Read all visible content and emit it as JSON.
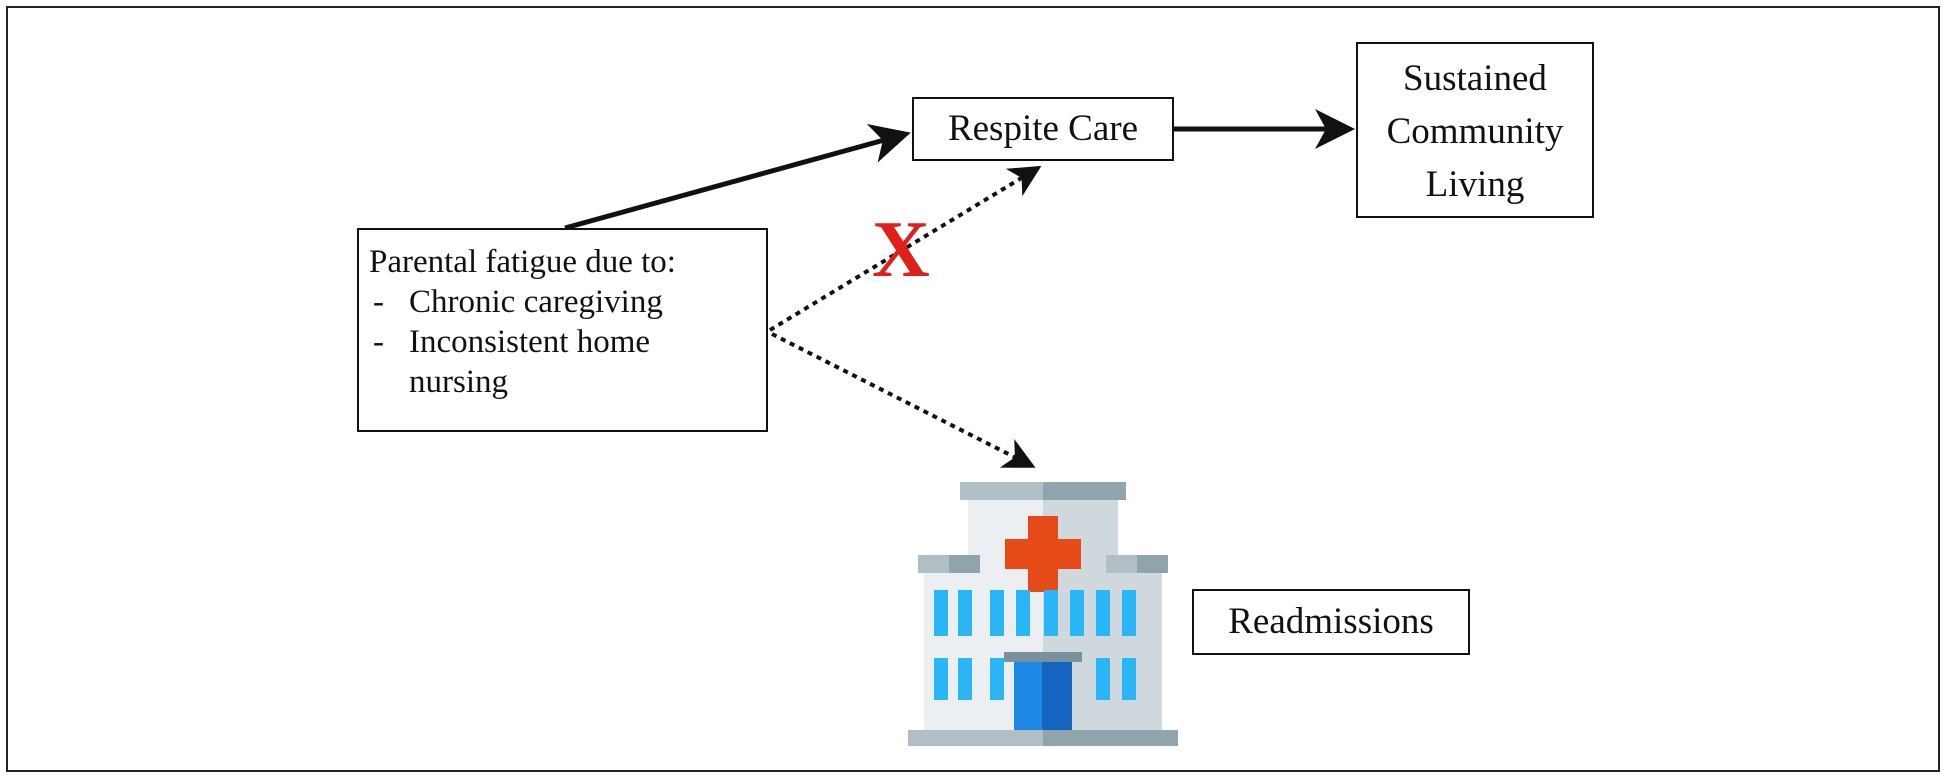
{
  "nodes": {
    "fatigue": {
      "heading": "Parental fatigue due to:",
      "bullet_marker": "-",
      "items": [
        "Chronic caregiving",
        "Inconsistent home",
        "nursing"
      ]
    },
    "respite": {
      "label": "Respite Care"
    },
    "sustained": {
      "lines": [
        "Sustained",
        "Community",
        "Living"
      ]
    },
    "readmissions": {
      "label": "Readmissions"
    }
  },
  "marks": {
    "blocked_symbol": "X",
    "blocked_color": "#e0201a"
  },
  "icons": {
    "hospital": "hospital-building-icon"
  },
  "edges": [
    {
      "from": "fatigue",
      "to": "respite",
      "style": "solid"
    },
    {
      "from": "fatigue",
      "to": "respite",
      "style": "dotted",
      "blocked": true
    },
    {
      "from": "respite",
      "to": "sustained",
      "style": "solid"
    },
    {
      "from": "fatigue",
      "to": "readmissions",
      "style": "dotted"
    }
  ]
}
